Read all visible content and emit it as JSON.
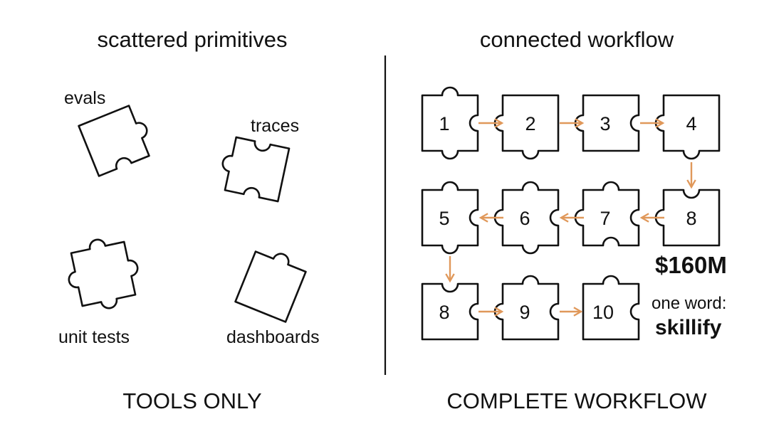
{
  "left": {
    "heading": "scattered primitives",
    "labels": {
      "evals": "evals",
      "traces": "traces",
      "unit_tests": "unit tests",
      "dashboards": "dashboards"
    },
    "footer": "TOOLS ONLY"
  },
  "right": {
    "heading": "connected workflow",
    "pieces": [
      "1",
      "2",
      "3",
      "4",
      "8",
      "7",
      "6",
      "5",
      "8",
      "9",
      "10"
    ],
    "amount": "$160M",
    "one_word_label": "one word:",
    "one_word": "skillify",
    "footer": "COMPLETE WORKFLOW"
  },
  "colors": {
    "arrow": "#e0985a",
    "ink": "#111111"
  }
}
